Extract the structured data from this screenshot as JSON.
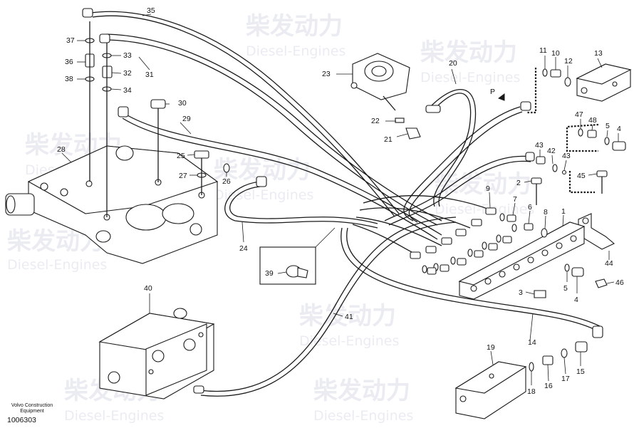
{
  "watermark": {
    "brand_cn": "柴发动力",
    "brand_en": "Diesel-Engines"
  },
  "footer": {
    "brand_line1": "Volvo Construction",
    "brand_line2": "Equipment",
    "code": "1006303"
  },
  "pressure_label": "P",
  "callouts": {
    "c1": "1",
    "c2": "2",
    "c3": "3",
    "c4": "4",
    "c4b": "4",
    "c5": "5",
    "c5b": "5",
    "c6": "6",
    "c7": "7",
    "c8": "8",
    "c9": "9",
    "c10": "10",
    "c11": "11",
    "c12": "12",
    "c13": "13",
    "c14": "14",
    "c15": "15",
    "c16": "16",
    "c17": "17",
    "c18": "18",
    "c19": "19",
    "c20": "20",
    "c21": "21",
    "c22": "22",
    "c23": "23",
    "c24": "24",
    "c25": "25",
    "c26": "26",
    "c27": "27",
    "c28": "28",
    "c29": "29",
    "c30": "30",
    "c31": "31",
    "c32": "32",
    "c33": "33",
    "c34": "34",
    "c35": "35",
    "c36": "36",
    "c37": "37",
    "c38": "38",
    "c39": "39",
    "c40": "40",
    "c41": "41",
    "c42": "42",
    "c43": "43",
    "c43b": "43",
    "c44": "44",
    "c45": "45",
    "c46": "46",
    "c47": "47",
    "c48": "48"
  }
}
